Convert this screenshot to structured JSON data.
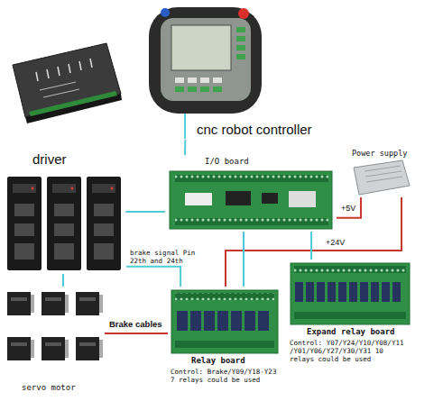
{
  "diagram": {
    "nodes": [
      {
        "text": [
          "cnc robot controller"
        ]
      },
      {
        "text": [
          "driver"
        ]
      },
      {
        "text": [
          "I/O board"
        ]
      },
      {
        "text": [
          "Power supply"
        ]
      },
      {
        "text": [
          "Relay board",
          "Control: Brake/Y09/Y18-Y23 7 relays could be used"
        ]
      },
      {
        "text": [
          "Expand relay board",
          "Control: Y07/Y24/Y10/Y08/Y11 /Y01/Y06/Y27/Y30/Y31 10 relays could be used"
        ]
      },
      {
        "text": [
          "servo motor"
        ]
      }
    ],
    "edges": [
      {
        "from": 0,
        "to": 2,
        "arrow": "none"
      },
      {
        "from": 2,
        "to": 1,
        "arrow": "none"
      },
      {
        "from": 3,
        "to": 2,
        "label": "+5V",
        "arrow": "none"
      },
      {
        "from": 3,
        "to": 4,
        "label": "+24V",
        "arrow": "none"
      },
      {
        "from": 1,
        "to": 4,
        "label": "brake signal Pin 22th and 24th",
        "arrow": "none"
      },
      {
        "from": 2,
        "to": 4,
        "arrow": "none"
      },
      {
        "from": 2,
        "to": 5,
        "arrow": "none"
      },
      {
        "from": 1,
        "to": 6,
        "arrow": "none"
      },
      {
        "from": 4,
        "to": 6,
        "label": "Brake cables",
        "arrow": "none"
      }
    ]
  }
}
